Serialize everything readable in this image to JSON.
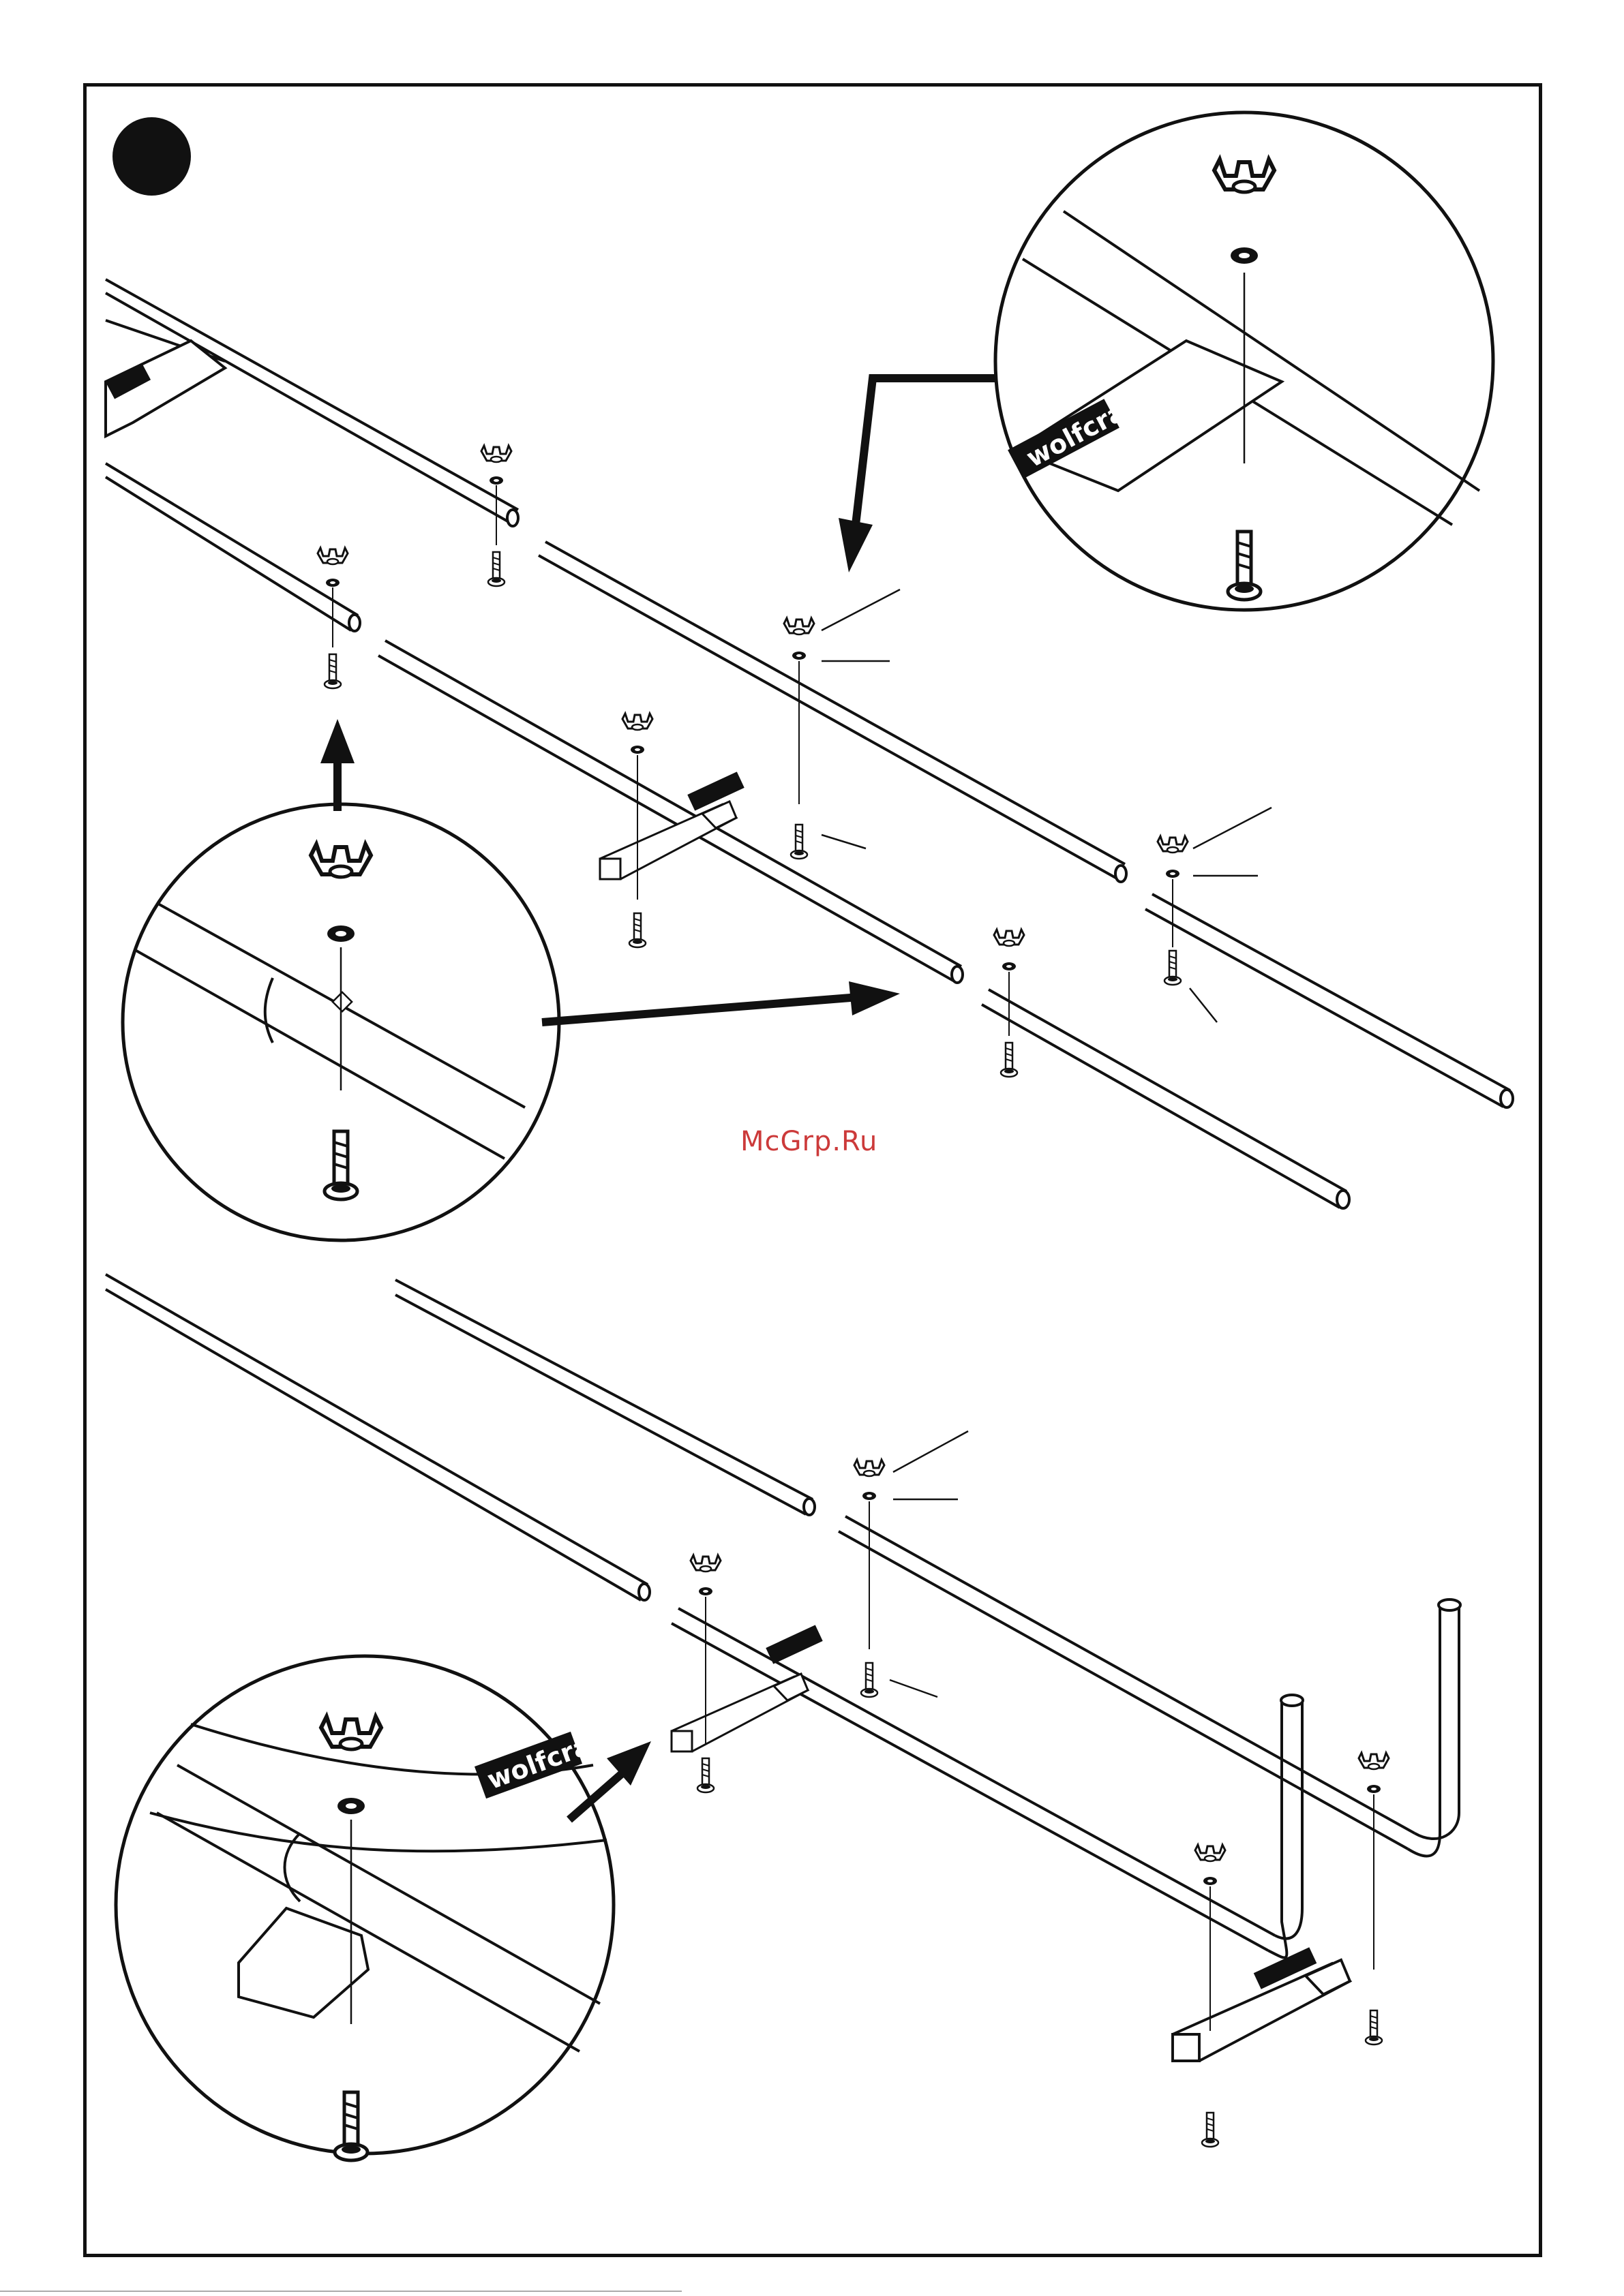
{
  "page": {
    "step_marker": "",
    "watermark": "McGrp.Ru",
    "brand_label_top": "wolfcraft",
    "brand_label_bottom": "wolfcraft"
  },
  "colors": {
    "ink": "#111111",
    "watermark": "#cc3a3a",
    "background": "#ffffff"
  },
  "icons": [
    "wing-nut-icon",
    "washer-icon",
    "bolt-icon",
    "arrow-icon",
    "detail-circle-icon"
  ]
}
